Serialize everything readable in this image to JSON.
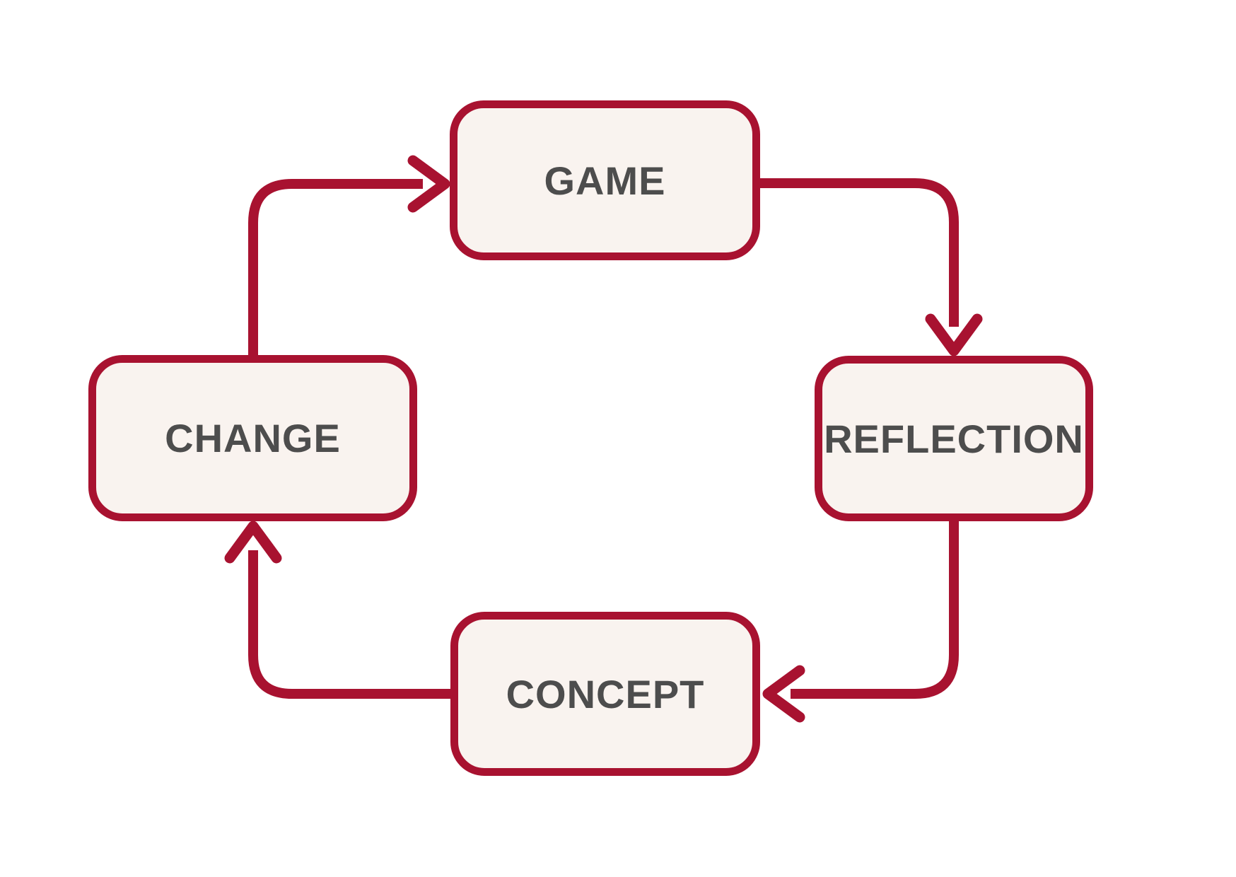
{
  "diagram": {
    "type": "cycle",
    "nodes": [
      {
        "id": "game",
        "label": "GAME"
      },
      {
        "id": "reflection",
        "label": "REFLECTION"
      },
      {
        "id": "concept",
        "label": "CONCEPT"
      },
      {
        "id": "change",
        "label": "CHANGE"
      }
    ],
    "edges": [
      {
        "from": "change",
        "to": "game"
      },
      {
        "from": "game",
        "to": "reflection"
      },
      {
        "from": "reflection",
        "to": "concept"
      },
      {
        "from": "concept",
        "to": "change"
      }
    ],
    "colors": {
      "arrow": "#A81230",
      "node_fill": "#F9F3EF",
      "node_border": "#A81230",
      "label_text": "#4D4D4D",
      "background": "#FFFFFF"
    }
  }
}
